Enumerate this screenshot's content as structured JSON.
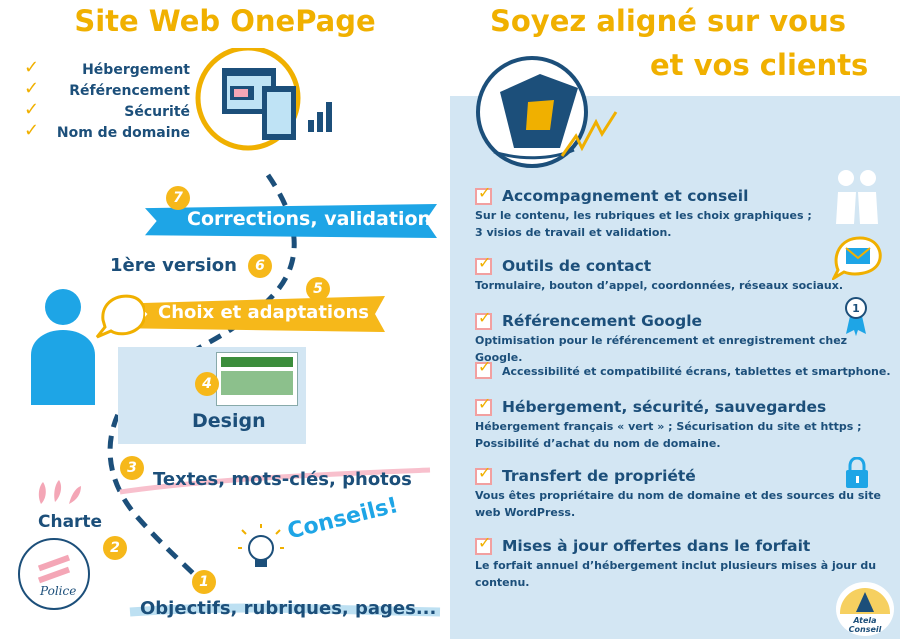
{
  "left": {
    "title": "Site Web OnePage",
    "features": [
      "Hébergement",
      "Référencement",
      "Sécurité",
      "Nom de domaine"
    ],
    "steps": {
      "s7": {
        "num": "7",
        "label": "Corrections, validation"
      },
      "s6": {
        "num": "6",
        "label": "1ère version"
      },
      "s5": {
        "num": "5",
        "label": "Choix et adaptations"
      },
      "s4": {
        "num": "4",
        "label": "Design"
      },
      "s3": {
        "num": "3",
        "label": "Textes,  mots-clés, photos"
      },
      "s2": {
        "num": "2",
        "label": "Charte"
      },
      "s1": {
        "num": "1",
        "label": "Objectifs, rubriques, pages..."
      }
    },
    "police_label": "Police",
    "conseils_label": "Conseils!"
  },
  "right": {
    "title_line1": "Soyez aligné sur vous",
    "title_line2": "et vos clients",
    "items": [
      {
        "title": "Accompagnement et conseil",
        "desc1": "Sur le contenu, les rubriques et les choix graphiques ;",
        "desc2": "3 visios de travail et validation."
      },
      {
        "title": "Outils de contact",
        "desc1": "Tormulaire, bouton d’appel, coordonnées, réseaux sociaux.",
        "desc2": ""
      },
      {
        "title": "Référencement Google",
        "desc1": "Optimisation pour le référencement et enregistrement chez Google.",
        "desc2": ""
      },
      {
        "title": "",
        "desc1": "Accessibilité et compatibilité écrans, tablettes et smartphone.",
        "desc2": ""
      },
      {
        "title": "Hébergement, sécurité, sauvegardes",
        "desc1": "Hébergement français « vert » ; Sécurisation du site et https ;",
        "desc2": "Possibilité d’achat du nom de domaine."
      },
      {
        "title": "Transfert de propriété",
        "desc1": "Vous êtes propriétaire du nom de domaine et des sources du site",
        "desc2": "web WordPress."
      },
      {
        "title": "Mises à jour offertes dans le forfait",
        "desc1": "Le forfait annuel d’hébergement inclut plusieurs mises à jour du",
        "desc2": "contenu."
      }
    ],
    "logo_text": "Atela Conseil",
    "badge_num": "1"
  },
  "colors": {
    "accent": "#f0b000",
    "navy": "#1c4f7a",
    "blue": "#1ea5e6",
    "panel": "#d3e6f3"
  }
}
